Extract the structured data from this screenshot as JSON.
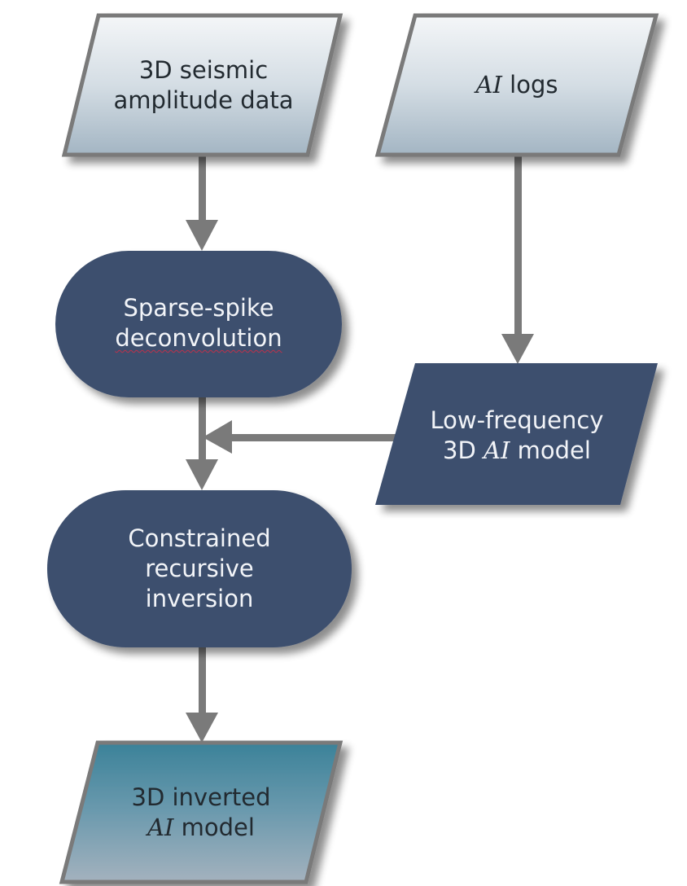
{
  "diagram": {
    "type": "flowchart",
    "colors": {
      "input_fill_top": "#f2f4f6",
      "input_fill_bottom": "#a6b8c6",
      "process_fill": "#3e4f6e",
      "output_fill_top": "#3e8198",
      "output_fill_bottom": "#a0b0bd",
      "border": "#7a7a7a",
      "arrow": "#7a7a7a",
      "spellcheck_underline": "#c0304a"
    },
    "nodes": {
      "seismic_data": {
        "shape": "parallelogram",
        "role": "input",
        "line1": "3D seismic",
        "line2": "amplitude data"
      },
      "ai_logs": {
        "shape": "parallelogram",
        "role": "input",
        "italic": "AI",
        "rest": " logs"
      },
      "sparse_spike": {
        "shape": "pill",
        "role": "process",
        "line1": "Sparse-spike",
        "line2": "deconvolution"
      },
      "low_freq_model": {
        "shape": "parallelogram",
        "role": "process",
        "line1": "Low-frequency",
        "line2_prefix": "3D ",
        "line2_italic": "AI",
        "line2_suffix": " model"
      },
      "constrained_inversion": {
        "shape": "pill",
        "role": "process",
        "line1": "Constrained",
        "line2": "recursive",
        "line3": "inversion"
      },
      "inverted_model": {
        "shape": "parallelogram",
        "role": "output",
        "line1": "3D inverted",
        "line2_italic": "AI",
        "line2_suffix": " model"
      }
    },
    "edges": [
      {
        "from": "seismic_data",
        "to": "sparse_spike"
      },
      {
        "from": "ai_logs",
        "to": "low_freq_model"
      },
      {
        "from": "sparse_spike",
        "to": "constrained_inversion"
      },
      {
        "from": "low_freq_model",
        "to": "constrained_inversion",
        "joins": "sparse_spike->constrained_inversion"
      },
      {
        "from": "constrained_inversion",
        "to": "inverted_model"
      }
    ]
  }
}
